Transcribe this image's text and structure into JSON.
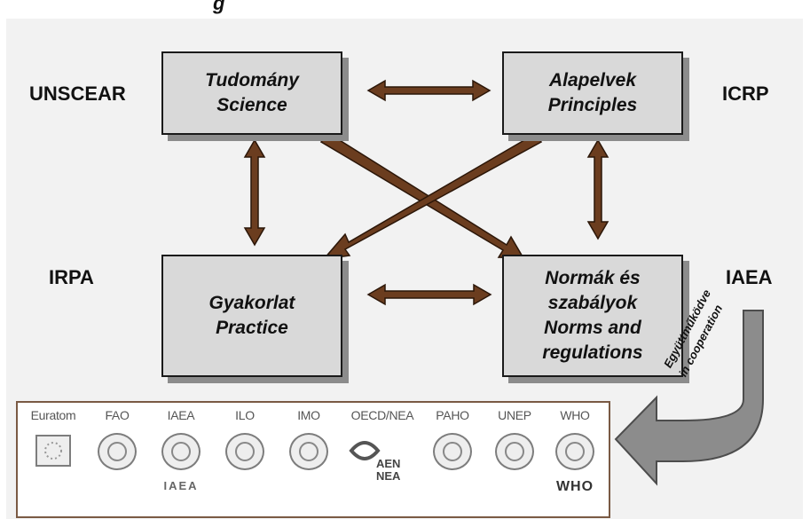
{
  "diagram": {
    "title_fragment": "g",
    "boxes": {
      "science": {
        "line1": "Tudomány",
        "line2": "Science"
      },
      "principles": {
        "line1": "Alapelvek",
        "line2": "Principles"
      },
      "practice": {
        "line1": "Gyakorlat",
        "line2": "Practice"
      },
      "norms": {
        "line1": "Normák és",
        "line2": "szabályok",
        "line3": "Norms and",
        "line4": "regulations"
      }
    },
    "organizations": {
      "unscear": "UNSCEAR",
      "icrp": "ICRP",
      "irpa": "IRPA",
      "iaea": "IAEA"
    },
    "cooperation": {
      "line1": "Együttműködve",
      "line2": "in cooperation"
    },
    "logos": [
      {
        "name": "Euratom",
        "icon": "eu-stars-flag-icon",
        "sub": ""
      },
      {
        "name": "FAO",
        "icon": "fao-emblem-icon",
        "sub": ""
      },
      {
        "name": "IAEA",
        "icon": "iaea-emblem-icon",
        "sub": "IAEA"
      },
      {
        "name": "ILO",
        "icon": "ilo-emblem-icon",
        "sub": ""
      },
      {
        "name": "IMO",
        "icon": "imo-emblem-icon",
        "sub": ""
      },
      {
        "name": "OECD/NEA",
        "icon": "nea-emblem-icon",
        "sub": "",
        "mark1": "AEN",
        "mark2": "NEA"
      },
      {
        "name": "PAHO",
        "icon": "paho-emblem-icon",
        "sub": ""
      },
      {
        "name": "UNEP",
        "icon": "unep-emblem-icon",
        "sub": ""
      },
      {
        "name": "WHO",
        "icon": "who-emblem-icon",
        "sub": "WHO"
      }
    ],
    "colors": {
      "arrow_fill": "#6b3d1f",
      "arrow_outline": "#2b1608",
      "curved_arrow_fill": "#8c8c8c",
      "box_fill": "#d9d9d9",
      "logo_border": "#7a5a44"
    }
  }
}
